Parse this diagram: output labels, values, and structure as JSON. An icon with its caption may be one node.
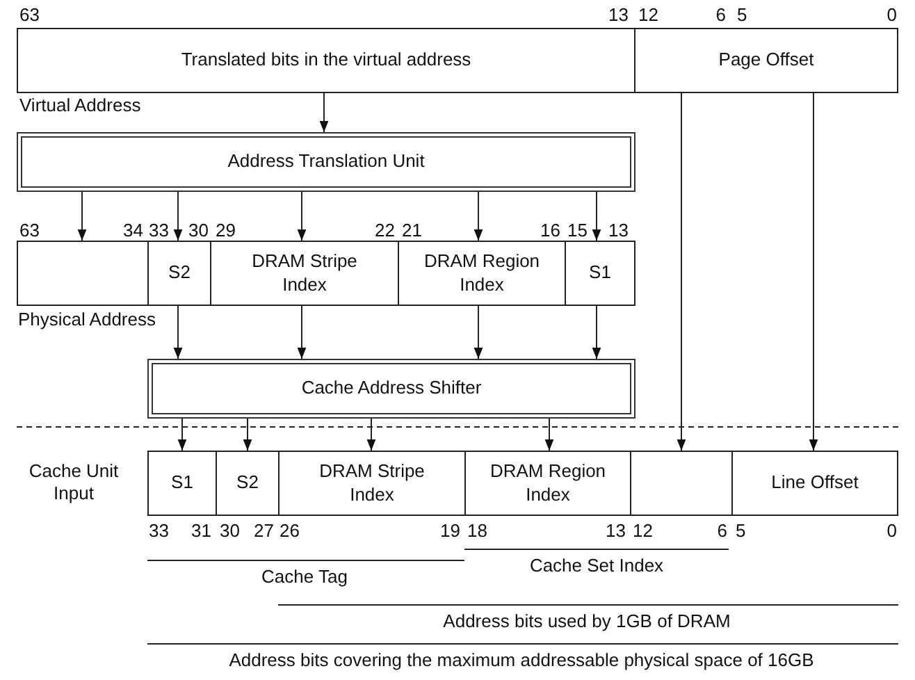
{
  "diagram": {
    "nodes": [
      {
        "text": [
          "Translated bits in the virtual address"
        ]
      },
      {
        "text": [
          "Page Offset"
        ]
      },
      {
        "text": [
          "Address Translation Unit"
        ]
      },
      {
        "text": [],
        "shape": "box"
      },
      {
        "text": [
          "S2"
        ]
      },
      {
        "text": [
          "DRAM Stripe Index"
        ]
      },
      {
        "text": [
          "DRAM Region Index"
        ]
      },
      {
        "text": [
          "S1"
        ]
      },
      {
        "text": [
          "Cache Address Shifter"
        ]
      },
      {
        "text": [
          "S1"
        ]
      },
      {
        "text": [
          "S2"
        ]
      },
      {
        "text": [
          "DRAM Stripe Index"
        ]
      },
      {
        "text": [
          "DRAM Region Index"
        ]
      },
      {
        "text": [],
        "shape": "box"
      },
      {
        "text": [
          "Line Offset"
        ]
      }
    ],
    "edges": [
      {
        "from": 0,
        "to": 2,
        "arrow": "to"
      },
      {
        "from": 2,
        "to": 3,
        "arrow": "to"
      },
      {
        "from": 2,
        "to": 4,
        "arrow": "to"
      },
      {
        "from": 2,
        "to": 5,
        "arrow": "to"
      },
      {
        "from": 2,
        "to": 6,
        "arrow": "to"
      },
      {
        "from": 2,
        "to": 7,
        "arrow": "to"
      },
      {
        "from": 4,
        "to": 8,
        "arrow": "to"
      },
      {
        "from": 5,
        "to": 8,
        "arrow": "to"
      },
      {
        "from": 6,
        "to": 8,
        "arrow": "to"
      },
      {
        "from": 7,
        "to": 8,
        "arrow": "to"
      },
      {
        "from": 8,
        "to": 9,
        "arrow": "to"
      },
      {
        "from": 8,
        "to": 10,
        "arrow": "to"
      },
      {
        "from": 8,
        "to": 11,
        "arrow": "to"
      },
      {
        "from": 8,
        "to": 12,
        "arrow": "to"
      },
      {
        "from": 1,
        "to": 13,
        "arrow": "to"
      },
      {
        "from": 1,
        "to": 14,
        "arrow": "to"
      }
    ],
    "labels": [
      "63",
      "13",
      "12",
      "6",
      "5",
      "0",
      "Virtual Address",
      "63",
      "34",
      "33",
      "30",
      "29",
      "22",
      "21",
      "16",
      "15",
      "13",
      "Physical Address",
      "Cache Unit Input",
      "33",
      "31",
      "30",
      "27",
      "26",
      "19",
      "18",
      "13",
      "12",
      "6",
      "5",
      "0",
      "Cache Set Index",
      "Cache Tag",
      "Address bits used by 1GB of DRAM",
      "Address bits covering the maximum addressable physical space of 16GB"
    ]
  }
}
